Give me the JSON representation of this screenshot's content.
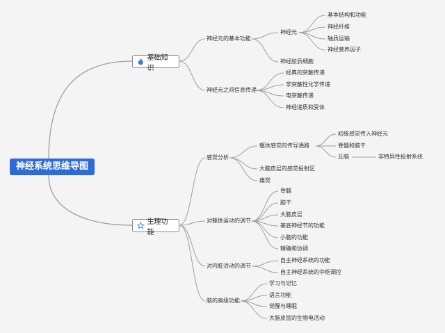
{
  "root": {
    "title": "神经系统思维导图"
  },
  "branches": [
    {
      "label": "基础知识",
      "icon": "fire-icon",
      "children": [
        {
          "label": "神经元的基本功能",
          "children": [
            {
              "label": "神经元",
              "children": [
                "基本结构和功能",
                "神经纤维",
                "轴质运输",
                "神经营养因子"
              ]
            },
            {
              "label": "神经胶质细胞",
              "children": []
            }
          ]
        },
        {
          "label": "神经元之间信息传递",
          "children": [
            "经典的突触传递",
            "非突触性化学传递",
            "电突触传递",
            "神经递质和受体"
          ]
        }
      ]
    },
    {
      "label": "生理功能",
      "icon": "star-icon",
      "children": [
        {
          "label": "感觉分析",
          "children": [
            {
              "label": "躯体感觉的传导通路",
              "children": [
                "初级感觉传入神经元",
                "脊髓和脑干",
                "丘脑"
              ],
              "sub": {
                "parent": "丘脑",
                "label": "非特异性投射系统"
              }
            },
            {
              "label": "大脑皮层的感觉投射区"
            },
            {
              "label": "痛觉"
            }
          ]
        },
        {
          "label": "对躯体运动的调节",
          "children": [
            "脊髓",
            "脑干",
            "大脑皮层",
            "基底神经节的功能",
            "小脑的功能",
            "精确和协调"
          ]
        },
        {
          "label": "对内脏活动的调节",
          "children": [
            "自主神经系统的功能",
            "自主神经系统的中枢调控"
          ]
        },
        {
          "label": "脑的高级功能",
          "children": [
            "学习与记忆",
            "语言功能",
            "觉醒与睡眠",
            "大脑皮层的生物电活动"
          ]
        }
      ]
    }
  ],
  "colors": {
    "root_fill": "#2f6bd6",
    "line": "#9aa0a6",
    "fire": "#3b7be0",
    "star": "#3b7be0"
  }
}
